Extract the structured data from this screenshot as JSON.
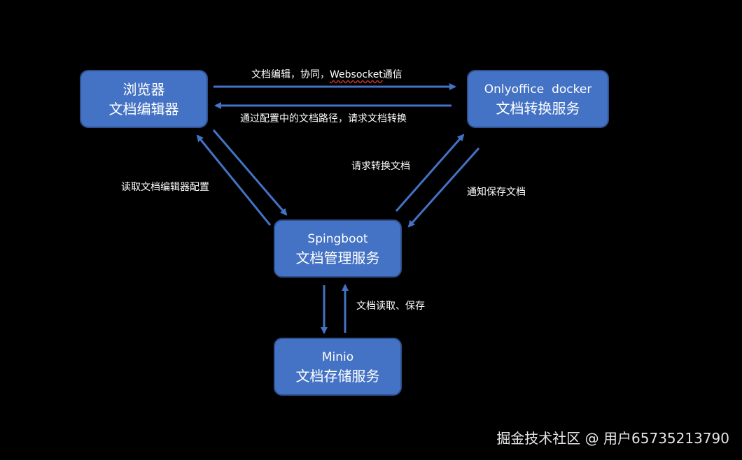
{
  "nodes": {
    "browser": {
      "line1": "浏览器",
      "line2": "文档编辑器"
    },
    "onlyoffice": {
      "line1": "Onlyoffice  docker",
      "line2": "文档转换服务"
    },
    "springboot": {
      "line1": "Spingboot",
      "line2": "文档管理服务"
    },
    "minio": {
      "line1": "Minio",
      "line2": "文档存储服务"
    }
  },
  "edges": {
    "browser_to_onlyoffice": {
      "prefix": "文档编辑，协同，",
      "highlight": "Websocket",
      "suffix": "通信"
    },
    "onlyoffice_to_browser": "通过配置中的文档路径，请求文档转换",
    "springboot_to_browser": "读取文档编辑器配置",
    "springboot_to_onlyoffice": "请求转换文档",
    "onlyoffice_to_springboot": "通知保存文档",
    "springboot_minio": "文档读取、保存"
  },
  "watermark": "掘金技术社区 @ 用户65735213790",
  "colors": {
    "node_fill": "#4472C4",
    "node_border": "#2F528F",
    "arrow": "#4472C4",
    "background": "#000000"
  }
}
